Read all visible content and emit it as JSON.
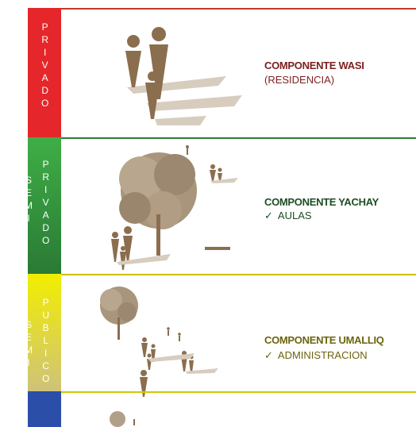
{
  "colors": {
    "privado_band": "#e5262a",
    "semiprivado_band_top": "#3fae46",
    "semiprivado_band_bottom": "#2a7a35",
    "semipublico_band_top": "#f1ee00",
    "semipublico_band_bottom": "#cfc27a",
    "publico_band": "#2b4fa8",
    "wasi_title": "#7b1f1f",
    "yachay_title": "#1e4d23",
    "umalliq_title": "#6b6410",
    "figure": "#8b6e4e",
    "shadow": "#d3c8b8"
  },
  "rows": [
    {
      "band_letters": [
        "P",
        "R",
        "I",
        "V",
        "A",
        "D",
        "O"
      ],
      "band_prefix": [],
      "title": "COMPONENTE WASI",
      "subtitle": "(RESIDENCIA)",
      "subtitle_check": false
    },
    {
      "band_letters": [
        "P",
        "R",
        "I",
        "V",
        "A",
        "D",
        "O"
      ],
      "band_prefix": [
        "S",
        "E",
        "M",
        "I"
      ],
      "title": "COMPONENTE YACHAY",
      "subtitle": "AULAS",
      "subtitle_check": true
    },
    {
      "band_letters": [
        "P",
        "U",
        "B",
        "L",
        "I",
        "C",
        "O"
      ],
      "band_prefix": [
        "S",
        "E",
        "M",
        "I"
      ],
      "title": "COMPONENTE UMALLIQ",
      "subtitle": "ADMINISTRACION",
      "subtitle_check": true
    }
  ],
  "check_mark": "✓",
  "icons": [
    "person-figure-icon",
    "tree-icon"
  ]
}
